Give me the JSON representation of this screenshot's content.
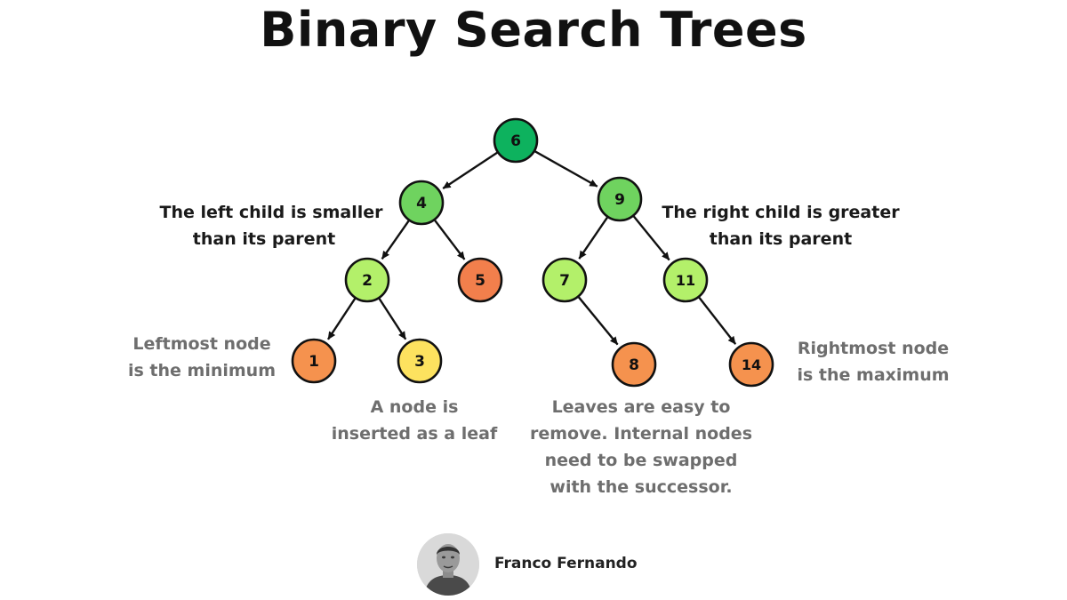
{
  "title": "Binary Search Trees",
  "tree": {
    "nodes": [
      {
        "id": "6",
        "label": "6",
        "color": "#0db25e"
      },
      {
        "id": "4",
        "label": "4",
        "color": "#6fd35f"
      },
      {
        "id": "9",
        "label": "9",
        "color": "#6fd35f"
      },
      {
        "id": "2",
        "label": "2",
        "color": "#b3f06a"
      },
      {
        "id": "5",
        "label": "5",
        "color": "#f27f4c"
      },
      {
        "id": "7",
        "label": "7",
        "color": "#b3f06a"
      },
      {
        "id": "11",
        "label": "11",
        "color": "#b3f06a"
      },
      {
        "id": "1",
        "label": "1",
        "color": "#f5924e"
      },
      {
        "id": "3",
        "label": "3",
        "color": "#fde25f"
      },
      {
        "id": "8",
        "label": "8",
        "color": "#f5924e"
      },
      {
        "id": "14",
        "label": "14",
        "color": "#f5924e"
      }
    ],
    "edges": [
      {
        "from": "6",
        "to": "4"
      },
      {
        "from": "6",
        "to": "9"
      },
      {
        "from": "4",
        "to": "2"
      },
      {
        "from": "4",
        "to": "5"
      },
      {
        "from": "9",
        "to": "7"
      },
      {
        "from": "9",
        "to": "11"
      },
      {
        "from": "2",
        "to": "1"
      },
      {
        "from": "2",
        "to": "3"
      },
      {
        "from": "7",
        "to": "8"
      },
      {
        "from": "11",
        "to": "14"
      }
    ]
  },
  "annotations": {
    "left_child": [
      "The left child is smaller",
      "than its parent"
    ],
    "right_child": [
      "The right child is greater",
      "than its parent"
    ],
    "leftmost": [
      "Leftmost node",
      "is the minimum"
    ],
    "rightmost": [
      "Rightmost node",
      "is the maximum"
    ],
    "insert": [
      "A node is",
      "inserted as a leaf"
    ],
    "remove": [
      "Leaves are easy to",
      "remove. Internal nodes",
      "need to be swapped",
      "with the successor."
    ]
  },
  "author": {
    "name": "Franco Fernando"
  }
}
